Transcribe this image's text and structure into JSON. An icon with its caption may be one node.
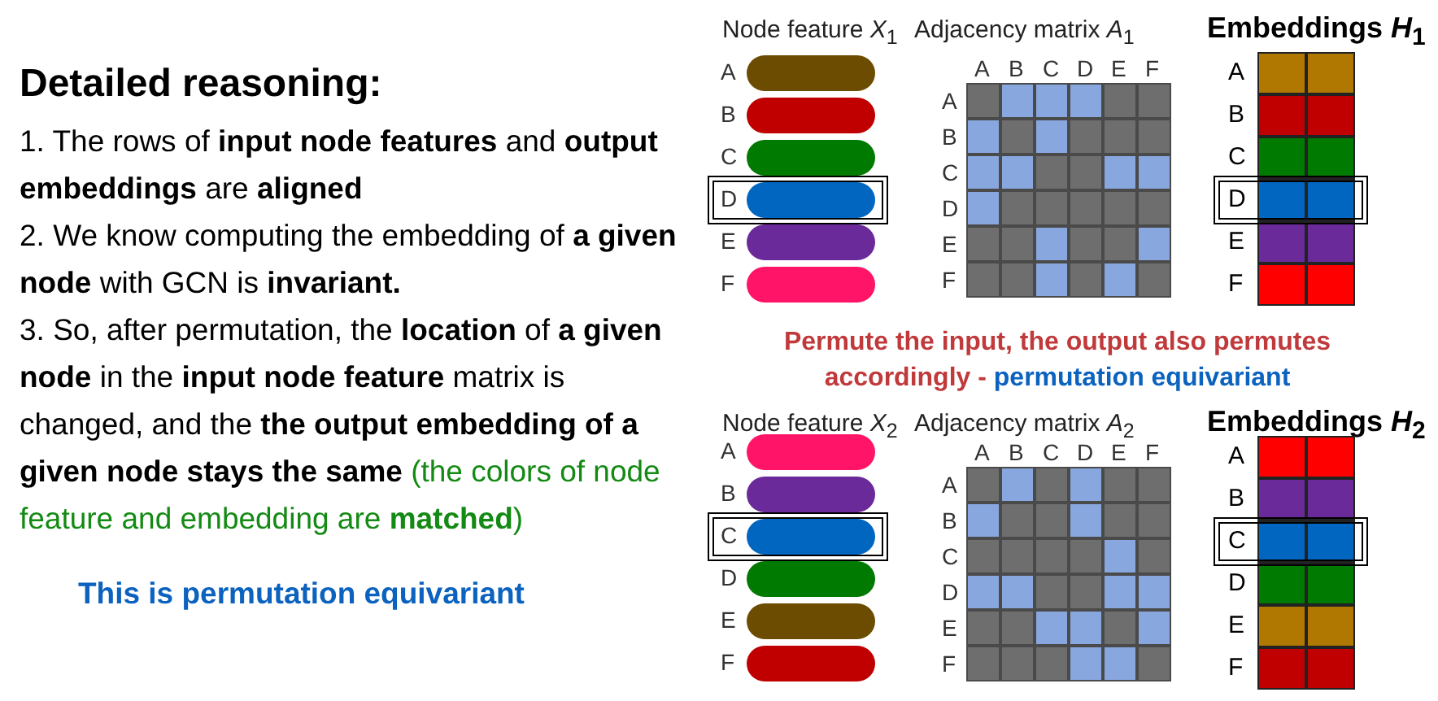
{
  "diagram": {
    "title": "Detailed reasoning:",
    "labels": [
      "1. The rows of **input node features** and **output embeddings** are **aligned**",
      "2. We know computing the embedding of **a given node** with GCN is **invariant.**",
      "3. So, after permutation, the **location** of **a given node** in the **input node feature** matrix is changed, and the **the output embedding of a given node stays the same**",
      "(the colors of node feature and embedding are **matched**)",
      "This is permutation equivariant",
      "Node feature *X*$_{1}$",
      "Adjacency matrix *A*$_{1}$",
      "Embeddings *H*$_{1}$",
      "A",
      "B",
      "C",
      "D",
      "E",
      "F",
      "A",
      "B",
      "C",
      "D",
      "E",
      "F",
      "A",
      "B",
      "C",
      "D",
      "E",
      "F",
      "A",
      "B",
      "C",
      "D",
      "E",
      "F",
      "Permute the input, the output also permutes accordingly -",
      "permutation equivariant",
      "Node feature *X*$_{2}$",
      "Adjacency matrix *A*$_{2}$",
      "Embeddings *H*$_{2}$",
      "A",
      "B",
      "C",
      "D",
      "E",
      "F",
      "A",
      "B",
      "C",
      "D",
      "E",
      "F",
      "A",
      "B",
      "C",
      "D",
      "E",
      "F",
      "A",
      "B",
      "C",
      "D",
      "E",
      "F"
    ]
  }
}
